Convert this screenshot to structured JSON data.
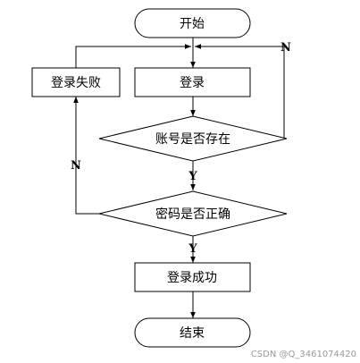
{
  "nodes": {
    "start": "开始",
    "login": "登录",
    "login_failed": "登录失败",
    "account_check": "账号是否存在",
    "password_check": "密码是否正确",
    "login_success": "登录成功",
    "end": "结束"
  },
  "branches": {
    "account_no": "N",
    "account_yes": "Y",
    "password_no": "N",
    "password_yes": "Y"
  },
  "watermark": "CSDN @Q_3461074420"
}
